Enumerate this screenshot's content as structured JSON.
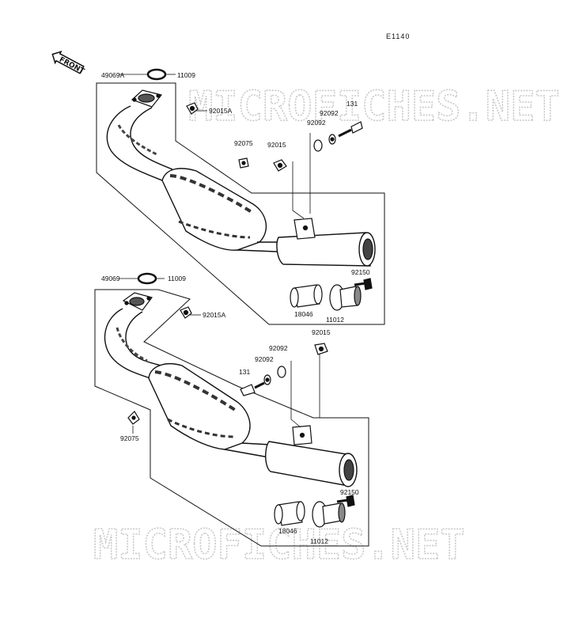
{
  "diagram": {
    "code": "E1140",
    "front_label": "FRONT",
    "watermark": "MICROFICHES.NET"
  },
  "upper": {
    "part_49069A": "49069A",
    "part_11009": "11009",
    "part_92015A": "92015A",
    "part_92075": "92075",
    "part_92015": "92015",
    "part_92092_a": "92092",
    "part_92092_b": "92092",
    "part_131": "131",
    "part_92150": "92150",
    "part_18046": "18046",
    "part_11012": "11012"
  },
  "lower": {
    "part_49069": "49069",
    "part_11009": "11009",
    "part_92015A": "92015A",
    "part_92015": "92015",
    "part_92092_a": "92092",
    "part_92092_b": "92092",
    "part_131": "131",
    "part_92075": "92075",
    "part_92150": "92150",
    "part_18046": "18046",
    "part_11012": "11012"
  }
}
